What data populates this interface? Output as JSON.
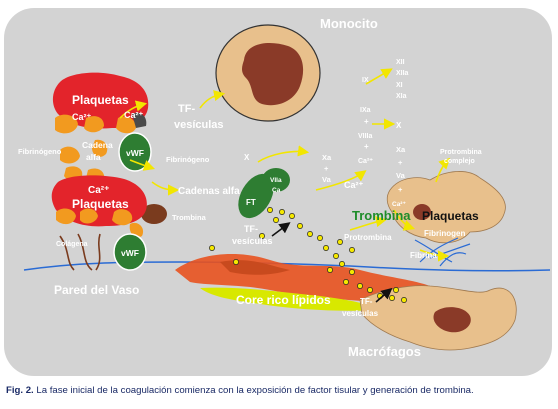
{
  "labels": {
    "monocito": "Monocito",
    "tf_vesiculas_top_1": "TF-",
    "tf_vesiculas_top_2": "vesículas",
    "plaquetas_top": "Plaquetas",
    "ca2_a": "Ca²⁺",
    "ca2_b": "Ca²⁺",
    "ca2_c": "Ca²⁺",
    "cadena_alfa_1": "Cadena",
    "cadena_alfa_2": "alfa",
    "fibrinogeno_left": "Fibrinógeno",
    "fibrinogeno_mid": "Fibrinógeno",
    "vwf_top": "vWF",
    "vwf_bottom": "vWF",
    "cadenas_alfa": "Cadenas alfa",
    "plaquetas_mid": "Plaquetas",
    "trombina_left": "Trombina",
    "colagena": "Colágena",
    "pared_del_vaso": "Pared del Vaso",
    "x_left": "X",
    "ft": "FT",
    "viia_1": "VIIa",
    "viia_2": "Ca",
    "tf_vesiculas_mid_1": "TF-",
    "tf_vesiculas_mid_2": "vesículas",
    "ix": "IX",
    "xii": "XII",
    "xiia": "XIIa",
    "xi": "XI",
    "xia": "XIa",
    "ixa": "IXa",
    "plus1": "+",
    "viiia": "VIIIa",
    "plus2": "+",
    "ca2_d": "Ca²⁺",
    "x_right": "X",
    "xa_1": "Xa",
    "plus3": "+",
    "va_1": "Va",
    "xa_2": "Xa",
    "plus4": "+",
    "va_2": "Va",
    "plus5": "+",
    "ca2_e": "Ca²⁺",
    "ca2_f": "Ca²⁺",
    "protrombina_complejo_1": "Protrombina",
    "protrombina_complejo_2": "complejo",
    "trombina_green": "Trombina",
    "plaquetas_right": "Plaquetas",
    "fibrinogen": "Fibrinogen",
    "protrombina": "Protrombina",
    "fibrina": "Fibrina",
    "core_rico_lipidos": "Core rico lípidos",
    "tf_vesiculas_bottom_1": "TF-",
    "tf_vesiculas_bottom_2": "vesículas",
    "macrofagos": "Macrófagos"
  },
  "caption": {
    "prefix": "Fig. 2.",
    "text": " La fase inicial de la coagulación comienza con la exposición de factor tisular y generación de trombina."
  },
  "colors": {
    "panel_bg": "#d3d3d3",
    "platelet_red": "#e3242b",
    "orange": "#f29a1f",
    "yellow_arrow": "#f2e600",
    "green": "#2e7d32",
    "brown": "#7a3b1e",
    "tan": "#e8c08c",
    "trombina_text": "#1e8c2a",
    "lipid_orange": "#e8521f",
    "vessel_blue": "#2a6bd4"
  }
}
